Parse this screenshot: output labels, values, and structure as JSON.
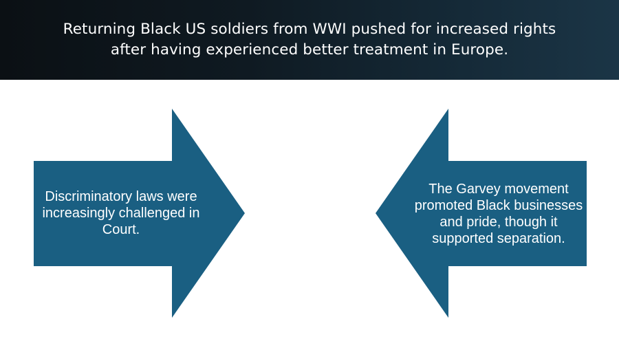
{
  "header": {
    "title": "Returning Black US soldiers from WWI pushed for increased rights after having experienced better treatment in Europe."
  },
  "arrows": {
    "left": {
      "text": "Discriminatory laws were increasingly challenged in Court.",
      "direction": "right"
    },
    "right": {
      "text": "The Garvey movement promoted Black businesses and pride, though it supported separation.",
      "direction": "left"
    }
  },
  "colors": {
    "arrow_fill": "#1a5f82",
    "header_bg_dark": "#0b1014",
    "header_bg_light": "#1b3546",
    "text_light": "#ffffff"
  }
}
